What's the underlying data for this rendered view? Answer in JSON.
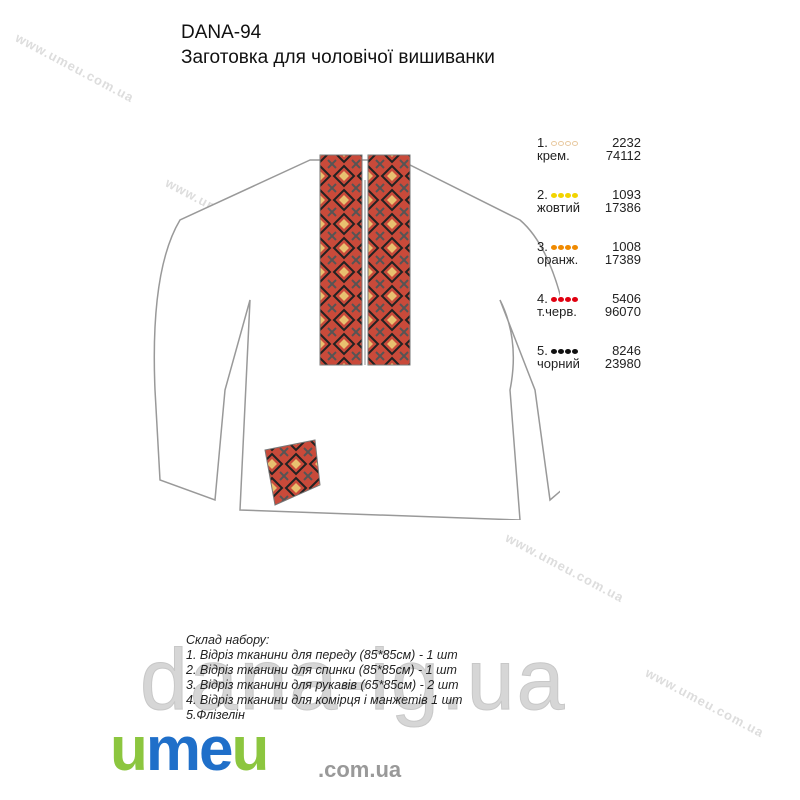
{
  "header": {
    "code": "DANA-94",
    "title": "Заготовка для чоловічої вишиванки"
  },
  "legend": [
    {
      "num": "1.",
      "name": "крем.",
      "code1": "2232",
      "code2": "74112",
      "color": "#e8c9a0",
      "hollow": true
    },
    {
      "num": "2.",
      "name": "жовтий",
      "code1": "1093",
      "code2": "17386",
      "color": "#f2d400",
      "hollow": false
    },
    {
      "num": "3.",
      "name": "оранж.",
      "code1": "1008",
      "code2": "17389",
      "color": "#f08a00",
      "hollow": false
    },
    {
      "num": "4.",
      "name": "т.черв.",
      "code1": "5406",
      "code2": "96070",
      "color": "#e00010",
      "hollow": false
    },
    {
      "num": "5.",
      "name": "чорний",
      "code1": "8246",
      "code2": "23980",
      "color": "#111111",
      "hollow": false
    }
  ],
  "kit": {
    "heading": "Склад набору:",
    "items": [
      "1. Відріз тканини для переду (85*85см) - 1 шт",
      "2. Відріз тканини для спинки (85*85см) - 1 шт",
      "3. Відріз тканини для рукавів (65*85см) - 2 шт",
      "4. Відріз тканини для комірця і манжетів 1 шт",
      "5.Флізелін"
    ]
  },
  "watermarks": {
    "site": "www.umeu.com.ua",
    "big": "dana-ig.ua"
  },
  "logo": {
    "u1": "u",
    "m": "m",
    "e": "e",
    "u2": "u",
    "domain": ".com.ua"
  }
}
